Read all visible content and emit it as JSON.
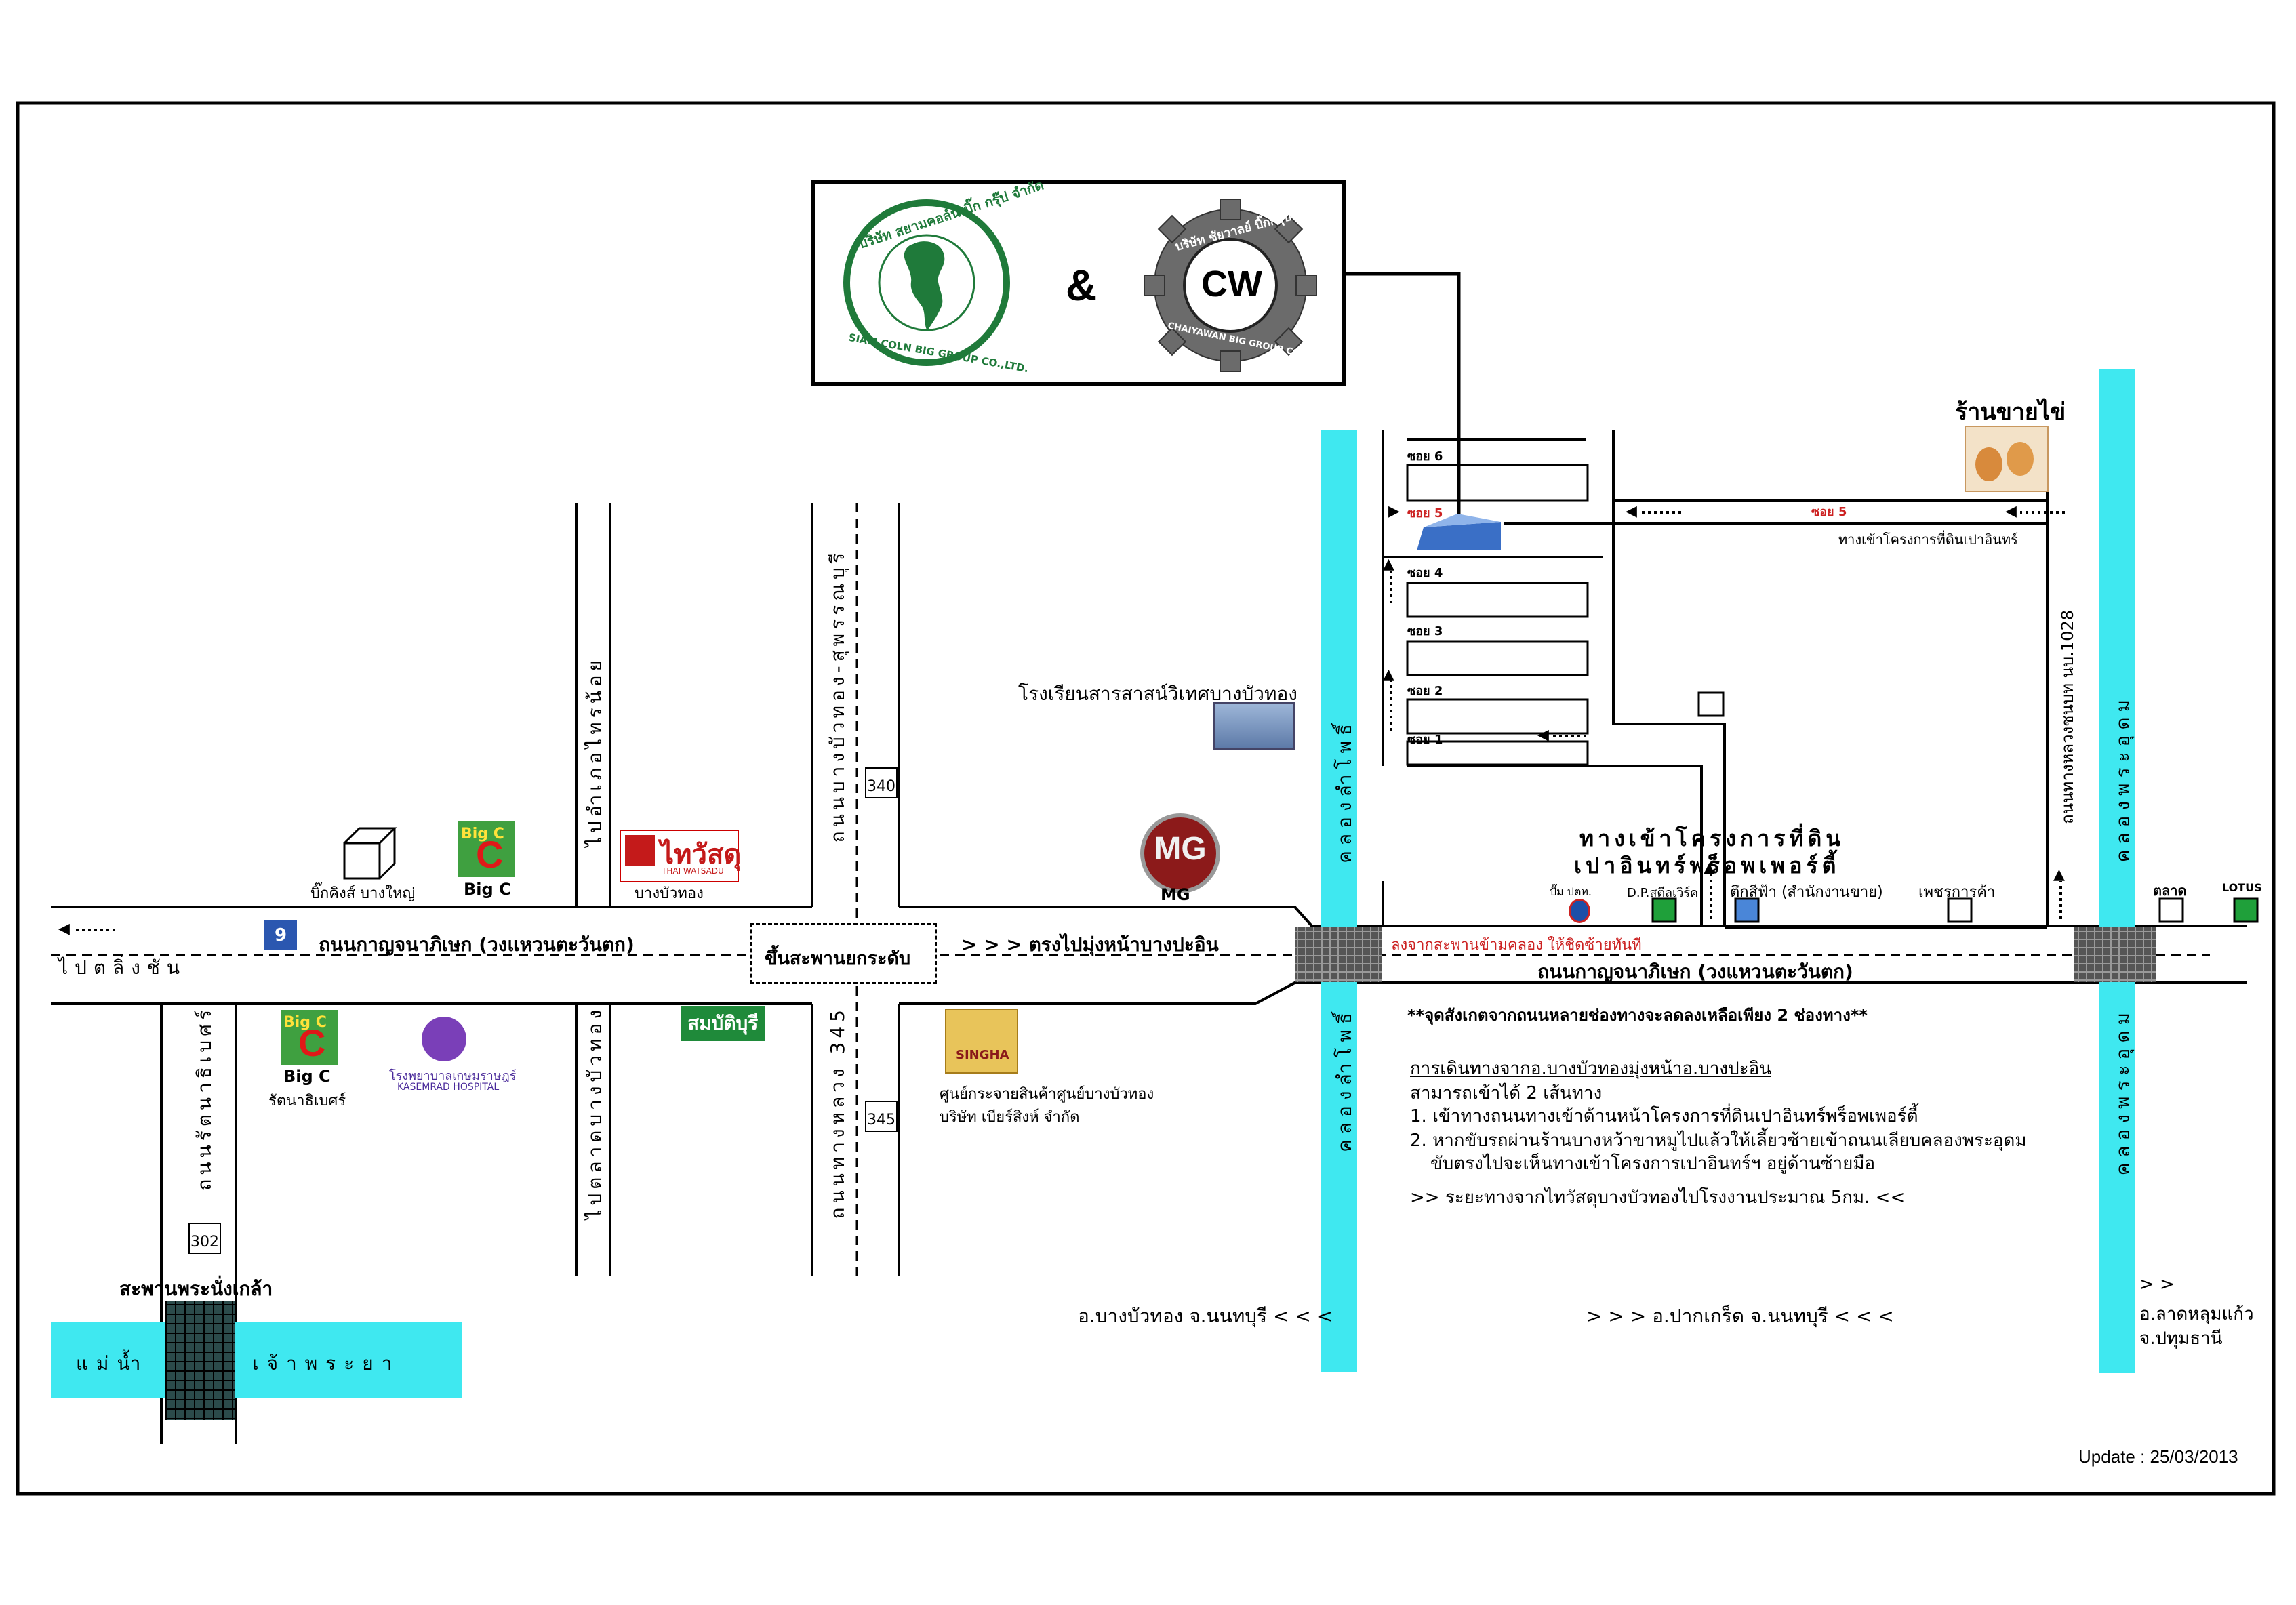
{
  "colors": {
    "canal": "#3fe8f0",
    "bridge": "#2b4b4b",
    "lotus_green": "#1fa03a",
    "office_blue": "#4a86d8",
    "logo_green": "#1f7a3a",
    "red_text": "#cc2222"
  },
  "logos": {
    "company1_ring_top": "บริษัท สยามคอล์น บิ๊ก กรุ๊ป จำกัด",
    "company1_ring_bottom": "SIAM COLN BIG GROUP CO.,LTD.",
    "ampersand": "&",
    "company2_ring_top": "บริษัท ชัยวาลย์ บิ๊กกรุ๊ป จำกัด",
    "company2_ring_bottom": "CHAIYAWAN BIG GROUP CO.,LTD.",
    "company2_mark": "CW"
  },
  "roads": {
    "kanchana_west": "ถนนกาญจนาภิเษก (วงแหวนตะวันตก)",
    "kanchana_east": "ถนนกาญจนาภิเษก (วงแหวนตะวันตก)",
    "highway_9": "9",
    "to_ling_chan": "ไปตลิ่งชัน",
    "flyover": "ขึ้นสะพานยกระดับ",
    "straight_bang_pa_in": "> > > ตรงไปมุ่งหน้าบางปะอิน",
    "bang_bua_thong_suphan": "ถนนบางบัวทอง-สุพรรณบุรี",
    "highway_345": "ถนนทางหลวง 345",
    "ratthanathibet": "ถนนรัตนาธิเบศร์",
    "to_amphoe_sai_noi": "ไปอำเภอไทรน้อย",
    "to_talad_bang_bua_thong": "ไปตลาดบางบัวทอง",
    "route_340": "340",
    "route_345": "345",
    "route_302": "302",
    "rural_road_1028": "ถนนทางหลวงชนบท นบ.1028",
    "phra_nang_klao_bridge": "สะพานพระนั่งเกล้า",
    "river_left": "แม่น้ำ",
    "river_right": "เจ้าพระยา"
  },
  "canals": {
    "lam_pho_upper": "คลองลำโพธิ์",
    "lam_pho_lower": "คลองลำโพธิ์",
    "phra_udom_upper": "คลองพระอุดม",
    "phra_udom_lower": "คลองพระอุดม"
  },
  "places": {
    "big_c_bang_yai_label": "Big C",
    "big_c_logo": "Big C",
    "big_kings": "บิ๊กคิงส์ บางใหญ่",
    "thai_watsadu_logo": "ไทวัสดุ",
    "thai_watsadu_sub": "THAI WATSADU",
    "thai_watsadu": "บางบัวทอง",
    "mg_logo": "MG",
    "mg_label": "MG",
    "school": "โรงเรียนสารสาสน์วิเทศบางบัวทอง",
    "big_c_rattana_label": "Big C",
    "big_c_rattana": "รัตนาธิเบศร์",
    "kasemrad_th": "โรงพยาบาลเกษมราษฎร์",
    "kasemrad_en": "KASEMRAD HOSPITAL",
    "sombat_buri": "สมบัติบุรี",
    "singha_logo": "SINGHA",
    "singha_line1": "ศูนย์กระจายสินค้าศูนย์บางบัวทอง",
    "singha_line2": "บริษัท เบียร์สิงห์ จำกัด",
    "ptt": "ปั๊ม ปตท.",
    "dp_steel": "D.P.สตีลเวิร์ค",
    "sales_office": "ตึกสีฟ้า (สำนักงานขาย)",
    "petch_market": "เพชรการค้า",
    "talad": "ตลาด",
    "lotus": "LOTUS",
    "egg_shop": "ร้านขายไข่"
  },
  "project": {
    "entrance_line1": "ทางเข้าโครงการที่ดิน",
    "entrance_line2": "เปาอินทร์พร็อพเพอร์ตี้",
    "entrance_small": "ทางเข้าโครงการที่ดินเปาอินทร์",
    "turn_note": "ลงจากสะพานข้ามคลอง ให้ชิดซ้ายทันที",
    "soi_1": "ซอย 1",
    "soi_2": "ซอย 2",
    "soi_3": "ซอย 3",
    "soi_4": "ซอย 4",
    "soi_5": "ซอย 5",
    "soi_5_right": "ซอย 5",
    "soi_6": "ซอย 6"
  },
  "directions": {
    "note_lanes": "**จุดสังเกตจากถนนหลายช่องทางจะลดลงเหลือเพียง 2 ช่องทาง**",
    "heading": "การเดินทางจากอ.บางบัวทองมุ่งหน้าอ.บางปะอิน",
    "intro": "สามารถเข้าได้ 2 เส้นทาง",
    "step1": "1. เข้าทางถนนทางเข้าด้านหน้าโครงการที่ดินเปาอินทร์พร็อพเพอร์ตี้",
    "step2a": "2. หากขับรถผ่านร้านบางหว้าขาหมูไปแล้วให้เลี้ยวซ้ายเข้าถนนเลียบคลองพระอุดม",
    "step2b": "ขับตรงไปจะเห็นทางเข้าโครงการเปาอินทร์ฯ อยู่ด้านซ้ายมือ",
    "distance": ">> ระยะทางจากไทวัสดุบางบัวทองไปโรงงานประมาณ 5กม. <<"
  },
  "bottom": {
    "bang_bua_thong": "อ.บางบัวทอง จ.นนทบุรี < < <",
    "pak_kret": "> > > อ.ปากเกร็ด จ.นนทบุรี < < <",
    "lat_lum_kaeo_arrows": "> >",
    "lat_lum_kaeo_1": "อ.ลาดหลุมแก้ว",
    "lat_lum_kaeo_2": "จ.ปทุมธานี",
    "update": "Update : 25/03/2013"
  }
}
